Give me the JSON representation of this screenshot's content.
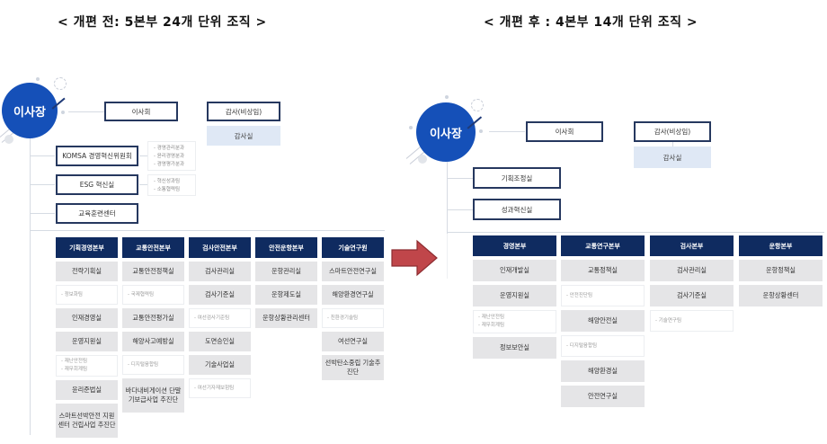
{
  "before": {
    "title": "< 개편 전: 5본부 24개 단위 조직  >",
    "chair": "이사장",
    "board": "이사회",
    "auditor": "감사(비상임)",
    "audit_office": "감사실",
    "direct_units": [
      {
        "label": "KOMSA 경영혁신위원회",
        "teams": [
          "- 경영관리분과",
          "- 윤리경영분과",
          "- 경영평가분과"
        ]
      },
      {
        "label": "ESG 혁신실",
        "teams": [
          "- 혁신성과팀",
          "- 소통협력팀"
        ]
      },
      {
        "label": "교육훈련센터",
        "teams": []
      }
    ],
    "headquarters": [
      {
        "name": "기획경영본부",
        "items": [
          {
            "type": "unit",
            "label": "전략기획실"
          },
          {
            "type": "sub",
            "teams": [
              "- 정보화팀"
            ]
          },
          {
            "type": "unit",
            "label": "인재경영실"
          },
          {
            "type": "unit",
            "label": "운영지원실"
          },
          {
            "type": "sub",
            "teams": [
              "- 재난안전팀",
              "- 재무회계팀"
            ]
          },
          {
            "type": "unit",
            "label": "윤리준법실"
          },
          {
            "type": "unit",
            "label": "스마트선박안전 지원센터 건립사업 추진단"
          }
        ]
      },
      {
        "name": "교통안전본부",
        "items": [
          {
            "type": "unit",
            "label": "교통안전정책실"
          },
          {
            "type": "sub",
            "teams": [
              "- 국제협력팀"
            ]
          },
          {
            "type": "unit",
            "label": "교통안전평가실"
          },
          {
            "type": "unit",
            "label": "해양사고예방실"
          },
          {
            "type": "sub",
            "teams": [
              "- 디지털융합팀"
            ]
          },
          {
            "type": "unit",
            "label": "바다내비게이션 단말기보급사업 추진단"
          }
        ]
      },
      {
        "name": "검사안전본부",
        "items": [
          {
            "type": "unit",
            "label": "검사관리실"
          },
          {
            "type": "unit",
            "label": "검사기준실"
          },
          {
            "type": "sub",
            "teams": [
              "- 여선검사기준팀"
            ]
          },
          {
            "type": "unit",
            "label": "도면승인실"
          },
          {
            "type": "unit",
            "label": "기술사업실"
          },
          {
            "type": "sub",
            "teams": [
              "- 여선기자재보험팀"
            ]
          }
        ]
      },
      {
        "name": "안전운항본부",
        "items": [
          {
            "type": "unit",
            "label": "운항관리실"
          },
          {
            "type": "unit",
            "label": "운항제도실"
          },
          {
            "type": "unit",
            "label": "운항상황관리센터"
          }
        ]
      },
      {
        "name": "기술연구원",
        "items": [
          {
            "type": "unit",
            "label": "스마트안전연구실"
          },
          {
            "type": "unit",
            "label": "해양환경연구실"
          },
          {
            "type": "sub",
            "teams": [
              "- 친환경기술팀"
            ]
          },
          {
            "type": "unit",
            "label": "여선연구실"
          },
          {
            "type": "unit",
            "label": "선박탄소중립 기술추진단"
          }
        ]
      }
    ]
  },
  "arrow": {
    "icon": "right-arrow-icon",
    "color": "#c0464a"
  },
  "after": {
    "title": "< 개편 후 : 4본부 14개 단위 조직  >",
    "chair": "이사장",
    "board": "이사회",
    "auditor": "감사(비상임)",
    "audit_office": "감사실",
    "direct_units": [
      {
        "label": "기획조정실"
      },
      {
        "label": "성과혁신실"
      }
    ],
    "headquarters": [
      {
        "name": "경영본부",
        "items": [
          {
            "type": "unit",
            "label": "인재개발실"
          },
          {
            "type": "unit",
            "label": "운영지원실"
          },
          {
            "type": "sub",
            "teams": [
              "- 재난안전팀",
              "- 재무회계팀"
            ]
          },
          {
            "type": "unit",
            "label": "정보보안실"
          }
        ]
      },
      {
        "name": "교통연구본부",
        "items": [
          {
            "type": "unit",
            "label": "교통정책실"
          },
          {
            "type": "sub",
            "teams": [
              "- 안전진단팀"
            ]
          },
          {
            "type": "unit",
            "label": "해양안전실"
          },
          {
            "type": "sub",
            "teams": [
              "- 디지털융합팀"
            ]
          },
          {
            "type": "unit",
            "label": "해양환경실"
          },
          {
            "type": "unit",
            "label": "안전연구실"
          }
        ]
      },
      {
        "name": "검사본부",
        "items": [
          {
            "type": "unit",
            "label": "검사관리실"
          },
          {
            "type": "unit",
            "label": "검사기준실"
          },
          {
            "type": "sub",
            "teams": [
              "- 기술연구팀"
            ]
          }
        ]
      },
      {
        "name": "운항본부",
        "items": [
          {
            "type": "unit",
            "label": "운항정책실"
          },
          {
            "type": "unit",
            "label": "운항상황센터"
          }
        ]
      }
    ]
  },
  "colors": {
    "chair": "#1550b8",
    "hq_header": "#0f2b60",
    "box_border": "#26385f",
    "unit_bg": "#e5e5e7",
    "audit_bg": "#dfe8f5",
    "arrow": "#c0464a"
  }
}
